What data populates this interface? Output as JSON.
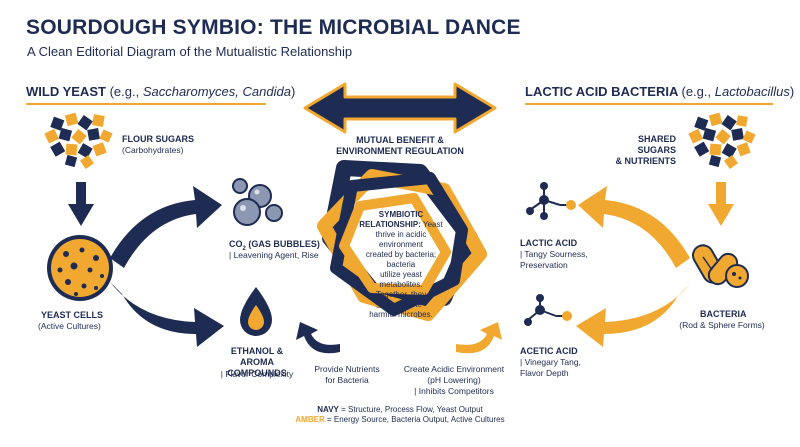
{
  "header": {
    "title": "SOURDOUGH SYMBIO: THE MICROBIAL DANCE",
    "subtitle": "A Clean Editorial Diagram of the Mutualistic Relationship"
  },
  "left": {
    "heading_main": "WILD YEAST",
    "heading_prefix": "(e.g., ",
    "heading_species": "Saccharomyces, Candida",
    "heading_suffix": ")",
    "flour_title": "FLOUR SUGARS",
    "flour_sub": "(Carbohydrates)",
    "yeast_title": "YEAST CELLS",
    "yeast_sub": "(Active Cultures)",
    "co2_title_a": "CO",
    "co2_title_sub": "2",
    "co2_title_b": " (GAS BUBBLES)",
    "co2_sub": "| Leavening Agent, Rise",
    "ethanol_title_1": "ETHANOL & AROMA",
    "ethanol_title_2": "COMPOUNDS",
    "ethanol_sub": "| Flavor Complexity"
  },
  "right": {
    "heading_main": "LACTIC ACID BACTERIA",
    "heading_prefix": "(e.g., ",
    "heading_species": "Lactobacillus",
    "heading_suffix": ")",
    "shared_title_1": "SHARED SUGARS",
    "shared_title_2": "& NUTRIENTS",
    "lactic_title": "LACTIC ACID",
    "lactic_sub_1": "| Tangy Sourness,",
    "lactic_sub_2": "Preservation",
    "acetic_title": "ACETIC ACID",
    "acetic_sub_1": "| Vinegary Tang,",
    "acetic_sub_2": "Flavor Depth",
    "bacteria_title": "BACTERIA",
    "bacteria_sub": "(Rod & Sphere Forms)"
  },
  "center": {
    "mutual_1": "MUTUAL BENEFIT &",
    "mutual_2": "ENVIRONMENT REGULATION",
    "sym_title_1": "SYMBIOTIC",
    "sym_title_2": "RELATIONSHIP:",
    "sym_body_1": "Yeast",
    "sym_body_2": "thrive in acidic environment",
    "sym_body_3": "created by bacteria; bacteria",
    "sym_body_4": "utilize yeast metabolites.",
    "sym_body_5": "Together, they outcompete",
    "sym_body_6": "harmful microbes.",
    "provide_1": "Provide Nutrients",
    "provide_2": "for Bacteria",
    "acidic_1": "Create Acidic Environment",
    "acidic_2": "(pH Lowering)",
    "acidic_3": "| Inhibits Competitors"
  },
  "legend": {
    "navy_word": "NAVY",
    "navy_desc": " = Structure, Process Flow, Yeast Output",
    "amber_word": "AMBER",
    "amber_desc": " = Energy Source, Bacteria Output, Active Cultures"
  },
  "colors": {
    "navy": "#1e2b52",
    "amber": "#f0a830",
    "white": "#ffffff"
  },
  "icons": [
    "double-arrow-icon",
    "sugar-cubes-icon",
    "yeast-cell-icon",
    "bubbles-icon",
    "droplet-icon",
    "molecule-icon",
    "bacteria-icon",
    "interlock-knot-icon",
    "curved-arrow-icon"
  ]
}
